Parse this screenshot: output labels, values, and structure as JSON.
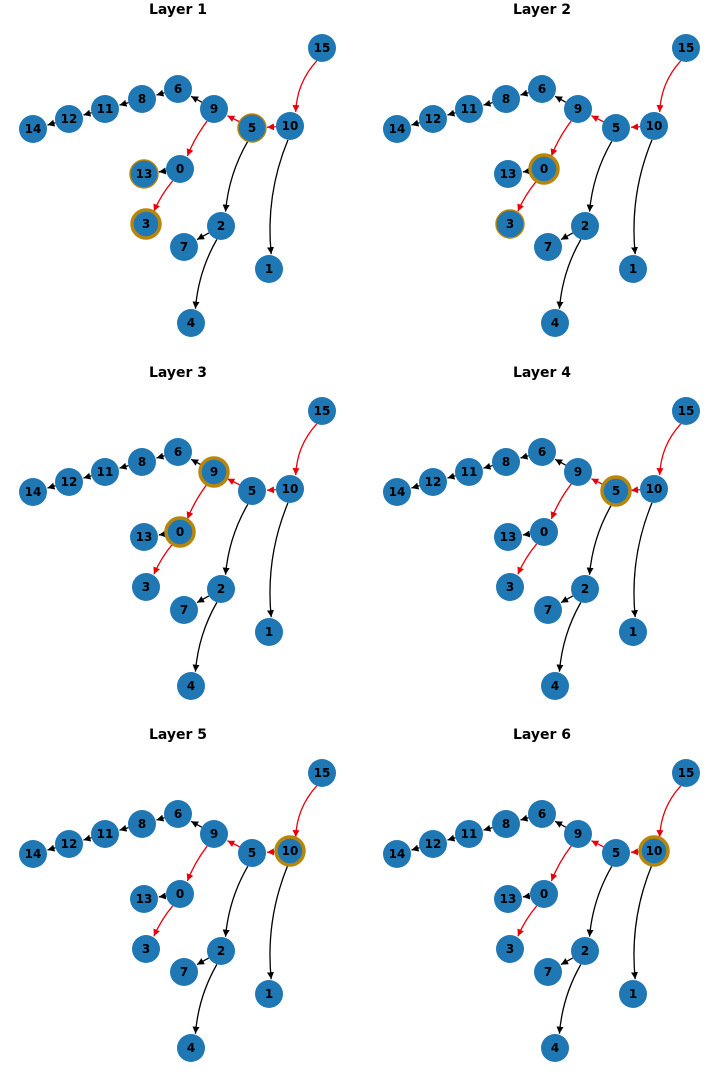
{
  "colors": {
    "node_fill": "#1f77b4",
    "highlight_ring": "#b8860b",
    "edge_default": "#000000",
    "edge_path": "#e8000b"
  },
  "graph": {
    "nodes": [
      "0",
      "1",
      "2",
      "3",
      "4",
      "5",
      "6",
      "7",
      "8",
      "9",
      "10",
      "11",
      "12",
      "13",
      "14",
      "15"
    ],
    "edges": [
      {
        "from": "15",
        "to": "10",
        "on_path": true
      },
      {
        "from": "10",
        "to": "5",
        "on_path": true
      },
      {
        "from": "10",
        "to": "1",
        "on_path": false
      },
      {
        "from": "5",
        "to": "9",
        "on_path": true
      },
      {
        "from": "5",
        "to": "2",
        "on_path": false
      },
      {
        "from": "9",
        "to": "6",
        "on_path": false
      },
      {
        "from": "9",
        "to": "0",
        "on_path": true
      },
      {
        "from": "6",
        "to": "8",
        "on_path": false
      },
      {
        "from": "8",
        "to": "11",
        "on_path": false
      },
      {
        "from": "11",
        "to": "12",
        "on_path": false
      },
      {
        "from": "12",
        "to": "14",
        "on_path": false
      },
      {
        "from": "0",
        "to": "13",
        "on_path": false
      },
      {
        "from": "0",
        "to": "3",
        "on_path": true
      },
      {
        "from": "2",
        "to": "7",
        "on_path": false
      },
      {
        "from": "2",
        "to": "4",
        "on_path": false
      }
    ]
  },
  "panels": [
    {
      "title": "Layer 1",
      "highlighted": [
        {
          "node": "3",
          "strength": "strong"
        },
        {
          "node": "5",
          "strength": "faint"
        },
        {
          "node": "13",
          "strength": "faint"
        }
      ]
    },
    {
      "title": "Layer 2",
      "highlighted": [
        {
          "node": "0",
          "strength": "strong"
        },
        {
          "node": "3",
          "strength": "faint"
        }
      ]
    },
    {
      "title": "Layer 3",
      "highlighted": [
        {
          "node": "9",
          "strength": "strong"
        },
        {
          "node": "0",
          "strength": "strong"
        }
      ]
    },
    {
      "title": "Layer 4",
      "highlighted": [
        {
          "node": "5",
          "strength": "strong"
        }
      ]
    },
    {
      "title": "Layer 5",
      "highlighted": [
        {
          "node": "10",
          "strength": "strong"
        }
      ]
    },
    {
      "title": "Layer 6",
      "highlighted": [
        {
          "node": "10",
          "strength": "strong"
        }
      ]
    }
  ]
}
